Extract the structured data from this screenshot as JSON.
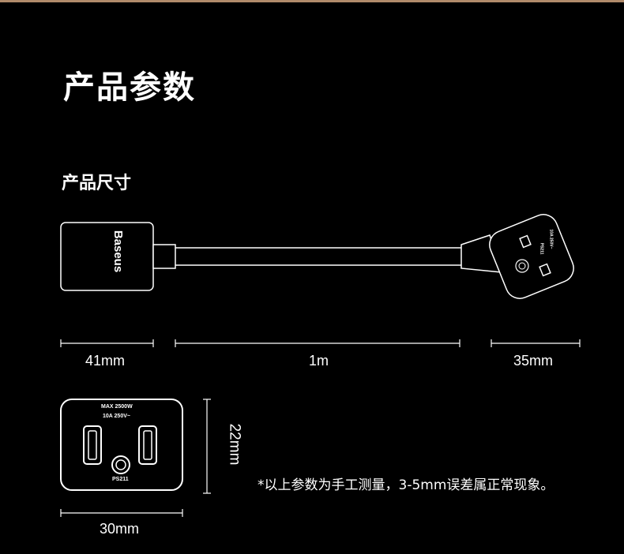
{
  "title": "产品参数",
  "subtitle": "产品尺寸",
  "brand": "Baseus",
  "dimensions": {
    "socket_width": "41mm",
    "cable_length": "1m",
    "plug_width": "35mm",
    "front_width": "30mm",
    "front_height": "22mm"
  },
  "socket_face": {
    "line1": "MAX 2500W",
    "line2": "10A  250V~",
    "model": "PS211"
  },
  "plug_face": {
    "line1": "10A 250V~",
    "line2": "PS211"
  },
  "note": "*以上参数为手工测量，3-5mm误差属正常现象。"
}
